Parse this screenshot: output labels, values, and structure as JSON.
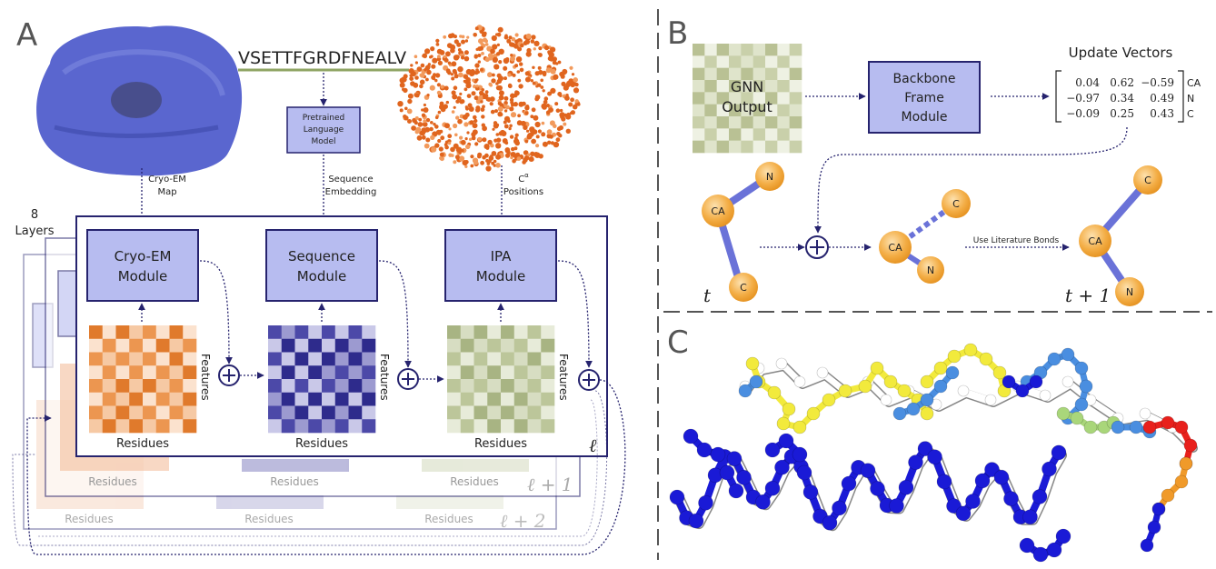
{
  "panel_a": {
    "label": "A",
    "sequence": "VSETTFGRDFNEALV",
    "lm_lines": [
      "Pretrained",
      "Language",
      "Model"
    ],
    "cryo_input_lines": [
      "Cryo-EM",
      "Map"
    ],
    "seq_input_lines": [
      "Sequence",
      "Embedding"
    ],
    "ca_input_lines": [
      "C",
      "α",
      "Positions"
    ],
    "layers_lines": [
      "8",
      "Layers"
    ],
    "modules": [
      {
        "lines": [
          "Cryo-EM",
          "Module"
        ]
      },
      {
        "lines": [
          "Sequence",
          "Module"
        ]
      },
      {
        "lines": [
          "IPA",
          "Module"
        ]
      }
    ],
    "features_label": "Features",
    "residues_label": "Residues",
    "layer_l": "ℓ",
    "layer_l1": "ℓ + 1",
    "layer_l2": "ℓ + 2",
    "colors": {
      "frame": "#26236e",
      "module_fill": "#b7bcf0",
      "orange": "#e07a2c",
      "blue": "#2e2b8c",
      "olive": "#a8b483",
      "cryo_map": "#5a66cf",
      "points": "#e0651e"
    }
  },
  "panel_b": {
    "label": "B",
    "gnn_lines": [
      "GNN",
      "Output"
    ],
    "bfm_lines": [
      "Backbone",
      "Frame",
      "Module"
    ],
    "update_title": "Update Vectors",
    "matrix": [
      [
        "0.04",
        "0.62",
        "−0.59"
      ],
      [
        "−0.97",
        "0.34",
        "0.49"
      ],
      [
        "−0.09",
        "0.25",
        "0.43"
      ]
    ],
    "matrix_rows": [
      "CA",
      "N",
      "C"
    ],
    "atoms": {
      "ca": "CA",
      "n": "N",
      "c": "C"
    },
    "lit_bonds": "Use Literature Bonds",
    "t_label": "t",
    "t1_label": "t + 1",
    "colors": {
      "atom": "#f2a93b",
      "bond": "#6a72d8"
    }
  },
  "panel_c": {
    "label": "C",
    "colors": {
      "dark_blue": "#1a1ad6",
      "light_blue": "#4a8ee0",
      "yellow": "#f2ea3c",
      "green": "#a9d67a",
      "red": "#e8201c",
      "orange": "#f09a2a"
    }
  }
}
